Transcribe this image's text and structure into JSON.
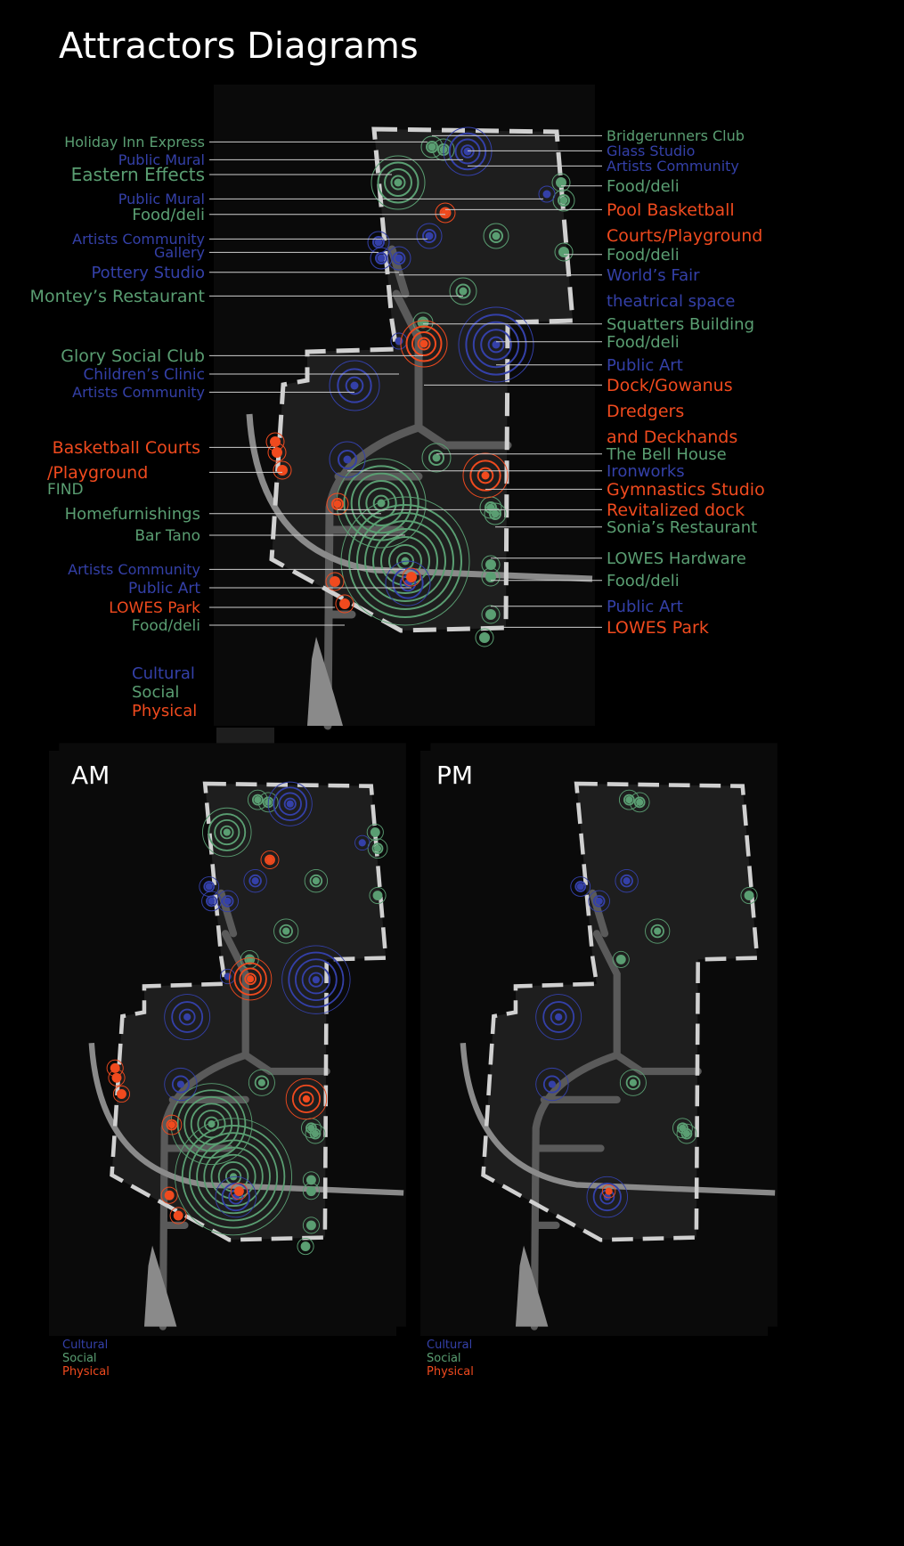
{
  "title": "Attractors Diagrams",
  "colors": {
    "cultural": "#3440a8",
    "social": "#5a9e72",
    "physical": "#f04a1e",
    "boundary": "#d8d8d8",
    "road": "#555555"
  },
  "left_labels": [
    {
      "text": "Holiday Inn Express",
      "cat": "social"
    },
    {
      "text": "Public Mural",
      "cat": "cultural"
    },
    {
      "text": "Eastern Effects",
      "cat": "social"
    },
    {
      "text": "Public Mural",
      "cat": "cultural"
    },
    {
      "text": "Food/deli",
      "cat": "social"
    },
    {
      "text": "Artists Community",
      "cat": "cultural"
    },
    {
      "text": "Gallery",
      "cat": "cultural"
    },
    {
      "text": "Pottery Studio",
      "cat": "cultural"
    },
    {
      "text": "Montey’s Restaurant",
      "cat": "social"
    },
    {
      "text": "Glory Social Club",
      "cat": "social"
    },
    {
      "text": "Children’s Clinic",
      "cat": "cultural"
    },
    {
      "text": "Artists Community",
      "cat": "cultural"
    },
    {
      "text": "Basketball Courts",
      "cat": "physical"
    },
    {
      "text": "/Playground",
      "cat": "physical"
    },
    {
      "text": "FIND",
      "cat": "social"
    },
    {
      "text": "Homefurnishings",
      "cat": "social"
    },
    {
      "text": "Bar Tano",
      "cat": "social"
    },
    {
      "text": "Artists Community",
      "cat": "cultural"
    },
    {
      "text": "Public Art",
      "cat": "cultural"
    },
    {
      "text": "LOWES Park",
      "cat": "physical"
    },
    {
      "text": "Food/deli",
      "cat": "social"
    }
  ],
  "right_labels": [
    {
      "text": "Bridgerunners Club",
      "cat": "social"
    },
    {
      "text": "Glass Studio",
      "cat": "cultural"
    },
    {
      "text": "Artists Community",
      "cat": "cultural"
    },
    {
      "text": "Food/deli",
      "cat": "social"
    },
    {
      "text": "Pool Basketball",
      "cat": "physical"
    },
    {
      "text": "Courts/Playground",
      "cat": "physical"
    },
    {
      "text": "Food/deli",
      "cat": "social"
    },
    {
      "text": "World’s Fair",
      "cat": "cultural"
    },
    {
      "text": "theatrical space",
      "cat": "cultural"
    },
    {
      "text": "Squatters Building",
      "cat": "social"
    },
    {
      "text": "Food/deli",
      "cat": "social"
    },
    {
      "text": "Public Art",
      "cat": "cultural"
    },
    {
      "text": "Dock/Gowanus",
      "cat": "physical"
    },
    {
      "text": "Dredgers",
      "cat": "physical"
    },
    {
      "text": "and Deckhands",
      "cat": "physical"
    },
    {
      "text": "The Bell House",
      "cat": "social"
    },
    {
      "text": "Ironworks",
      "cat": "cultural"
    },
    {
      "text": "Gymnastics Studio",
      "cat": "physical"
    },
    {
      "text": "Revitalized dock",
      "cat": "physical"
    },
    {
      "text": "Sonia’s Restaurant",
      "cat": "social"
    },
    {
      "text": "LOWES Hardware",
      "cat": "social"
    },
    {
      "text": "Food/deli",
      "cat": "social"
    },
    {
      "text": "Public Art",
      "cat": "cultural"
    },
    {
      "text": "LOWES Park",
      "cat": "physical"
    }
  ],
  "legend": {
    "cultural": "Cultural",
    "social": "Social",
    "physical": "Physical"
  },
  "am": {
    "label": "AM"
  },
  "pm": {
    "label": "PM"
  }
}
